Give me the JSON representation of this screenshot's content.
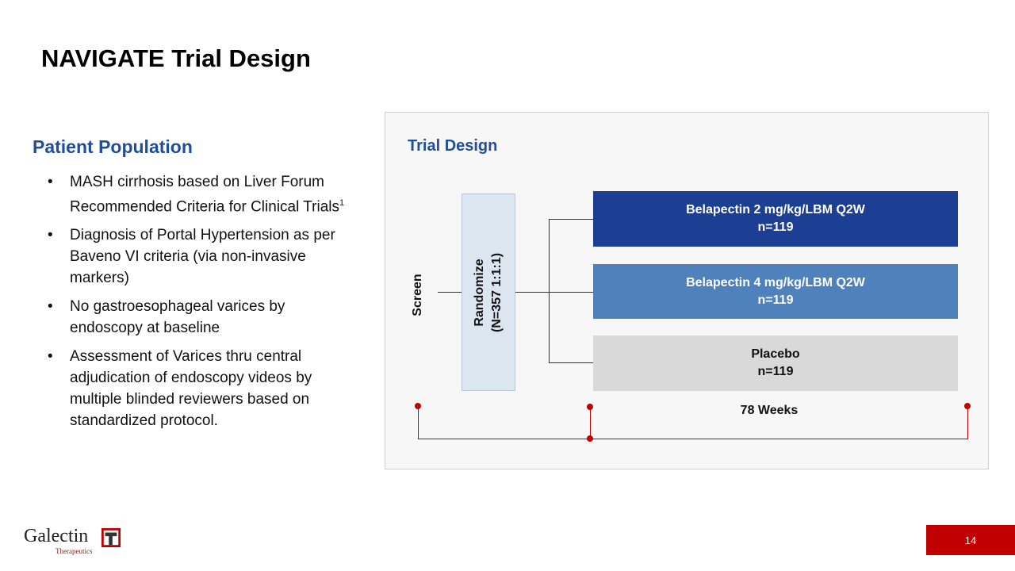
{
  "title": "NAVIGATE Trial Design",
  "patient_population": {
    "heading": "Patient Population",
    "bullets": [
      {
        "text": "MASH cirrhosis based on Liver Forum Recommended Criteria for Clinical Trials",
        "sup": "1"
      },
      {
        "text": "Diagnosis of Portal Hypertension as per Baveno VI criteria (via non-invasive markers)"
      },
      {
        "text": "No gastroesophageal varices by endoscopy at baseline"
      },
      {
        "text": "Assessment of Varices thru central adjudication of endoscopy videos by multiple  blinded reviewers based on standardized protocol."
      }
    ]
  },
  "trial_design": {
    "heading": "Trial Design",
    "screen": "Screen",
    "randomize": {
      "line1": "Randomize",
      "line2": "(N=357  1:1:1)"
    },
    "arms": [
      {
        "name": "Belapectin 2 mg/kg/LBM Q2W",
        "n": "n=119",
        "color": "#1c3f94"
      },
      {
        "name": "Belapectin 4 mg/kg/LBM Q2W",
        "n": "n=119",
        "color": "#4f81bd"
      },
      {
        "name": "Placebo",
        "n": "n=119",
        "color": "#d9d9d9"
      }
    ],
    "duration": "78 Weeks"
  },
  "logo": {
    "name": "Galectin",
    "sub": "Therapeutics"
  },
  "page_number": "14",
  "bullet_char": "•"
}
